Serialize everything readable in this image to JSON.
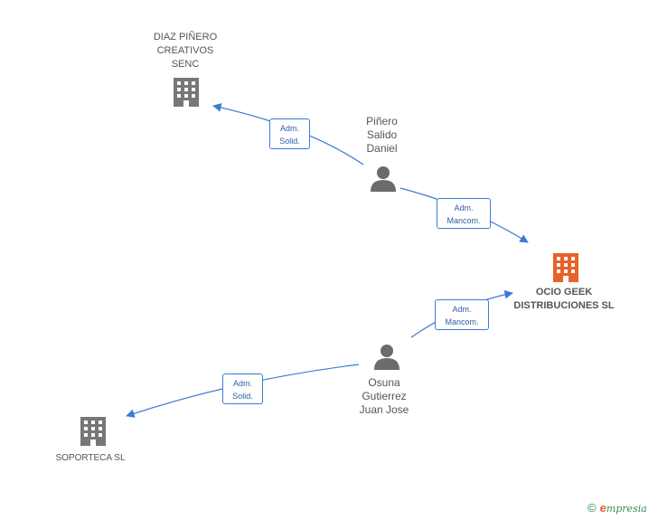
{
  "nodes": {
    "diaz": {
      "lines": [
        "DIAZ PIÑERO",
        "CREATIVOS",
        "SENC"
      ],
      "type": "company"
    },
    "pinero": {
      "lines": [
        "Piñero",
        "Salido",
        "Daniel"
      ],
      "type": "person"
    },
    "ocio": {
      "lines": [
        "OCIO GEEK",
        "DISTRIBUCIONES SL"
      ],
      "type": "company-focus"
    },
    "osuna": {
      "lines": [
        "Osuna",
        "Gutierrez",
        "Juan Jose"
      ],
      "type": "person"
    },
    "soporteca": {
      "lines": [
        "SOPORTECA SL"
      ],
      "type": "company"
    }
  },
  "edges": {
    "pinero_diaz": [
      "Adm.",
      "Solid."
    ],
    "pinero_ocio": [
      "Adm.",
      "Mancom."
    ],
    "osuna_ocio": [
      "Adm.",
      "Mancom."
    ],
    "osuna_soporteca": [
      "Adm.",
      "Solid."
    ]
  },
  "colors": {
    "company": "#777777",
    "focus": "#e8622a",
    "person": "#6b6b6b",
    "edge": "#3a7bd5"
  },
  "watermark": {
    "copyright": "©",
    "brand_initial": "e",
    "brand_rest": "mpresia"
  }
}
